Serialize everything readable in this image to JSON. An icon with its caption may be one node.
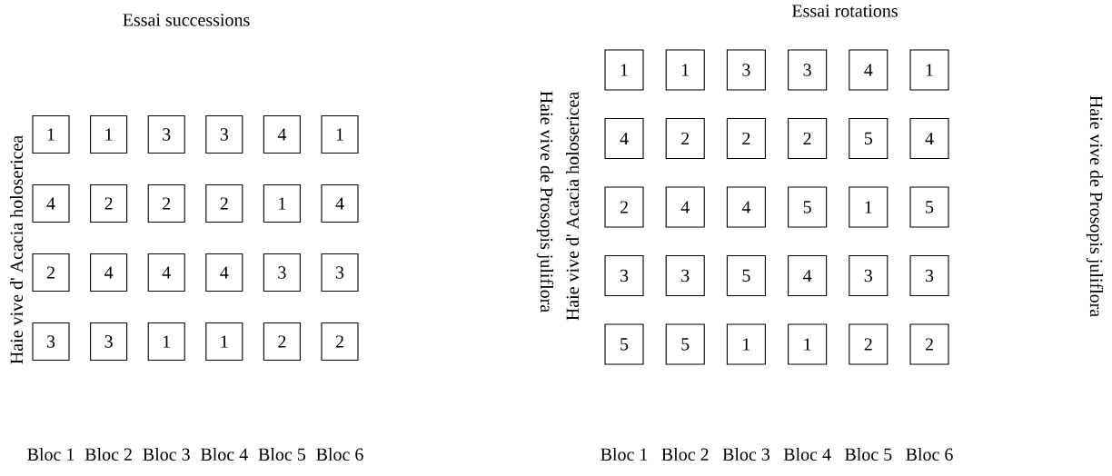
{
  "diagram": {
    "nodes": [
      {
        "text": [
          "1"
        ]
      },
      {
        "text": [
          "1"
        ]
      },
      {
        "text": [
          "3"
        ]
      },
      {
        "text": [
          "3"
        ]
      },
      {
        "text": [
          "4"
        ]
      },
      {
        "text": [
          "1"
        ]
      },
      {
        "text": [
          "4"
        ]
      },
      {
        "text": [
          "2"
        ]
      },
      {
        "text": [
          "2"
        ]
      },
      {
        "text": [
          "2"
        ]
      },
      {
        "text": [
          "1"
        ]
      },
      {
        "text": [
          "4"
        ]
      },
      {
        "text": [
          "2"
        ]
      },
      {
        "text": [
          "4"
        ]
      },
      {
        "text": [
          "4"
        ]
      },
      {
        "text": [
          "4"
        ]
      },
      {
        "text": [
          "3"
        ]
      },
      {
        "text": [
          "3"
        ]
      },
      {
        "text": [
          "3"
        ]
      },
      {
        "text": [
          "3"
        ]
      },
      {
        "text": [
          "1"
        ]
      },
      {
        "text": [
          "1"
        ]
      },
      {
        "text": [
          "2"
        ]
      },
      {
        "text": [
          "2"
        ]
      },
      {
        "text": [
          "1"
        ]
      },
      {
        "text": [
          "1"
        ]
      },
      {
        "text": [
          "3"
        ]
      },
      {
        "text": [
          "3"
        ]
      },
      {
        "text": [
          "4"
        ]
      },
      {
        "text": [
          "1"
        ]
      },
      {
        "text": [
          "4"
        ]
      },
      {
        "text": [
          "2"
        ]
      },
      {
        "text": [
          "2"
        ]
      },
      {
        "text": [
          "2"
        ]
      },
      {
        "text": [
          "5"
        ]
      },
      {
        "text": [
          "4"
        ]
      },
      {
        "text": [
          "2"
        ]
      },
      {
        "text": [
          "4"
        ]
      },
      {
        "text": [
          "4"
        ]
      },
      {
        "text": [
          "5"
        ]
      },
      {
        "text": [
          "1"
        ]
      },
      {
        "text": [
          "5"
        ]
      },
      {
        "text": [
          "3"
        ]
      },
      {
        "text": [
          "3"
        ]
      },
      {
        "text": [
          "5"
        ]
      },
      {
        "text": [
          "4"
        ]
      },
      {
        "text": [
          "3"
        ]
      },
      {
        "text": [
          "3"
        ]
      },
      {
        "text": [
          "5"
        ]
      },
      {
        "text": [
          "5"
        ]
      },
      {
        "text": [
          "1"
        ]
      },
      {
        "text": [
          "1"
        ]
      },
      {
        "text": [
          "2"
        ]
      },
      {
        "text": [
          "2"
        ]
      }
    ],
    "labels": [
      "Essai successions",
      "Essai rotations",
      "Haie vive d' Acacia holosericea",
      "Haie vive de Prosopis juliflora",
      "Haie vive d' Acacia holosericea",
      "Haie vive de Prosopis juliflora",
      "Bloc 1",
      "Bloc 2",
      "Bloc 3",
      "Bloc 4",
      "Bloc 5",
      "Bloc 6",
      "Bloc 1",
      "Bloc 2",
      "Bloc 3",
      "Bloc 4",
      "Bloc 5",
      "Bloc 6"
    ]
  }
}
